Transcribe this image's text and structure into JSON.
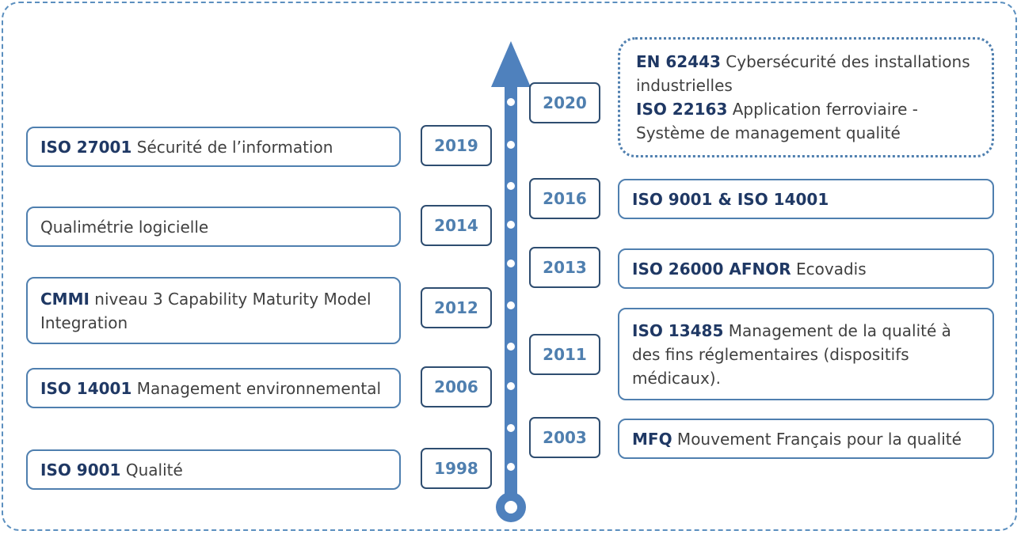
{
  "left_items": [
    {
      "year": "2019",
      "code": "ISO 27001",
      "text": " Sécurité de l’information"
    },
    {
      "year": "2014",
      "code": "",
      "text": "Qualimétrie logicielle"
    },
    {
      "year": "2012",
      "code": "CMMI",
      "text": " niveau 3 Capability Maturity Model Integration"
    },
    {
      "year": "2006",
      "code": "ISO 14001",
      "text": " Management environnemental"
    },
    {
      "year": "1998",
      "code": "ISO 9001",
      "text": " Qualité"
    }
  ],
  "right_items": [
    {
      "year": "2020",
      "lines": [
        {
          "code": "EN 62443",
          "text": "  Cybersécurité des installations industrielles"
        },
        {
          "code": "ISO 22163",
          "text": "  Application ferroviaire - Système de management qualité"
        }
      ]
    },
    {
      "year": "2016",
      "lines": [
        {
          "code": "ISO 9001 & ISO 14001",
          "text": ""
        }
      ]
    },
    {
      "year": "2013",
      "lines": [
        {
          "code": "ISO 26000 AFNOR",
          "text": " Ecovadis"
        }
      ]
    },
    {
      "year": "2011",
      "lines": [
        {
          "code": "ISO 13485",
          "text": "  Management de la qualité à des fins réglementaires (dispositifs médicaux)."
        }
      ]
    },
    {
      "year": "2003",
      "lines": [
        {
          "code": "MFQ",
          "text": " Mouvement  Français pour la qualité"
        }
      ]
    }
  ],
  "colors": {
    "axis": "#4f81bd",
    "box_border": "#4f7faf",
    "code": "#1f3864",
    "year": "#4f7faf"
  }
}
